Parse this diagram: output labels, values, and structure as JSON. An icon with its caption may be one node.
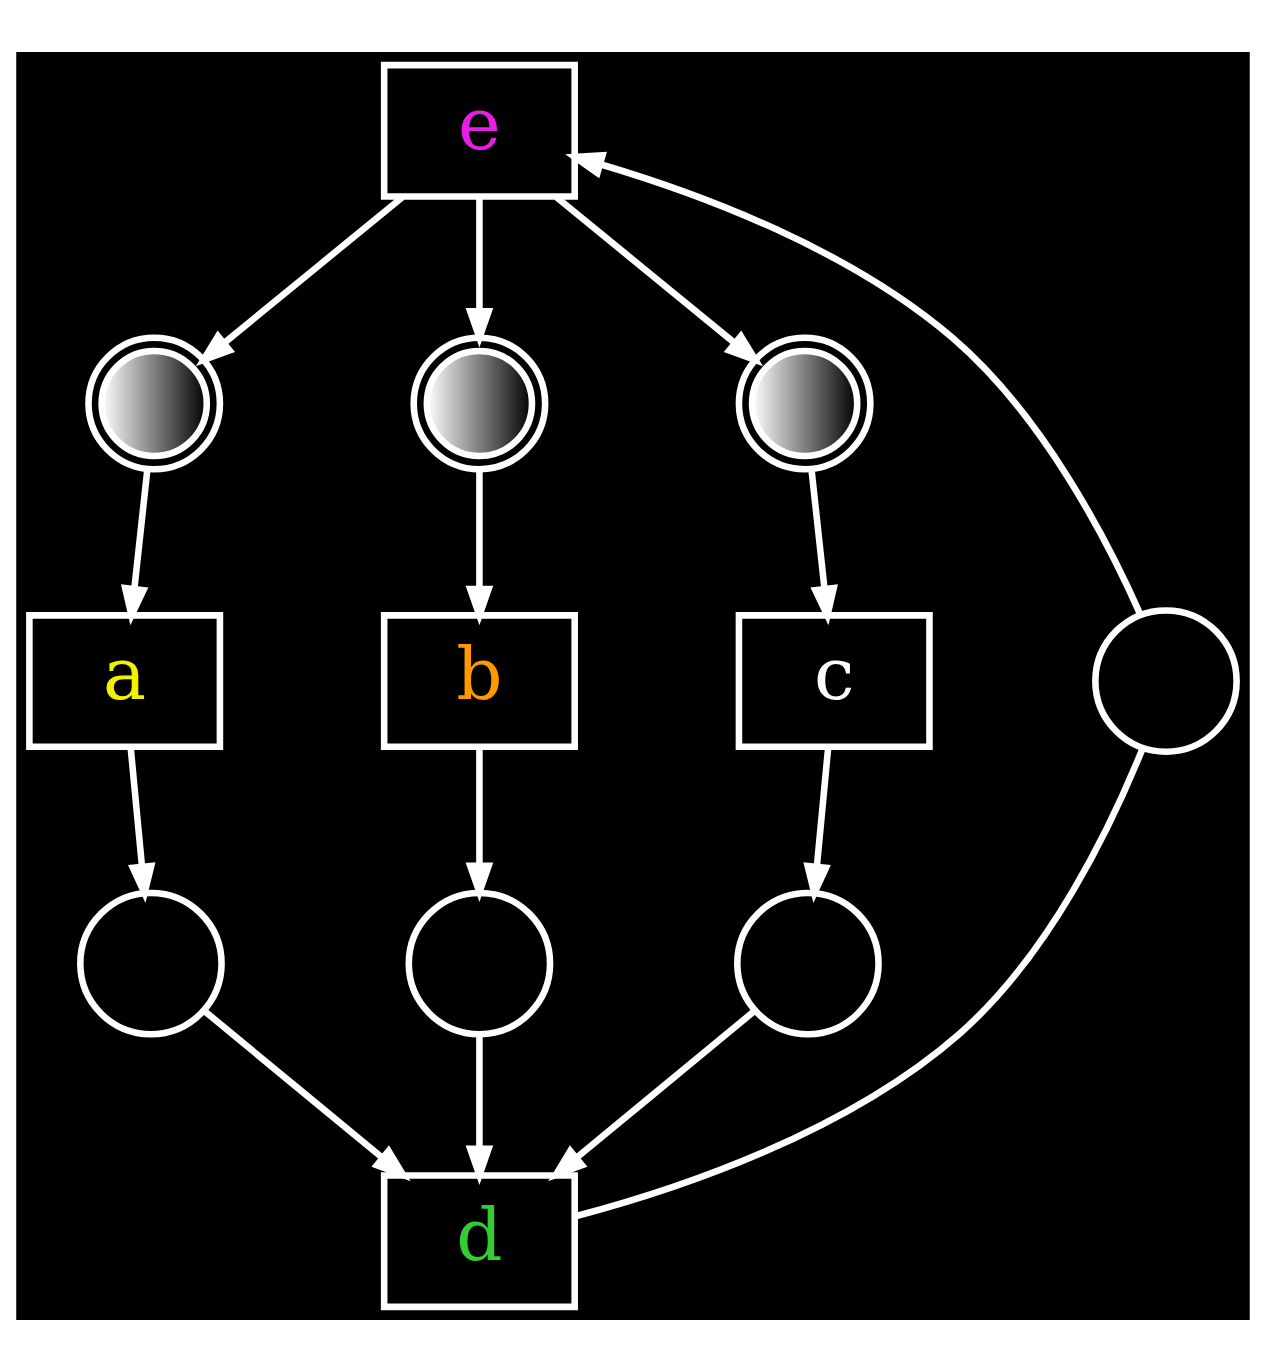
{
  "diagram": {
    "nodes": [
      {
        "text": [
          "e"
        ]
      },
      {
        "text": [],
        "shape": "token"
      },
      {
        "text": [],
        "shape": "token"
      },
      {
        "text": [],
        "shape": "token"
      },
      {
        "text": [
          "a"
        ]
      },
      {
        "text": [
          "b"
        ]
      },
      {
        "text": [
          "c"
        ]
      },
      {
        "text": [],
        "shape": "circle"
      },
      {
        "text": [],
        "shape": "circle"
      },
      {
        "text": [],
        "shape": "circle"
      },
      {
        "text": [
          "d"
        ]
      },
      {
        "text": [],
        "shape": "circle"
      }
    ],
    "edges": [
      {
        "from": 0,
        "to": 1,
        "arrow": "to"
      },
      {
        "from": 0,
        "to": 2,
        "arrow": "to"
      },
      {
        "from": 0,
        "to": 3,
        "arrow": "to"
      },
      {
        "from": 1,
        "to": 4,
        "arrow": "to"
      },
      {
        "from": 2,
        "to": 5,
        "arrow": "to"
      },
      {
        "from": 3,
        "to": 6,
        "arrow": "to"
      },
      {
        "from": 4,
        "to": 7,
        "arrow": "to"
      },
      {
        "from": 5,
        "to": 8,
        "arrow": "to"
      },
      {
        "from": 6,
        "to": 9,
        "arrow": "to"
      },
      {
        "from": 7,
        "to": 10,
        "arrow": "to"
      },
      {
        "from": 8,
        "to": 10,
        "arrow": "to"
      },
      {
        "from": 9,
        "to": 10,
        "arrow": "to"
      },
      {
        "from": 10,
        "to": 11,
        "arrow": "none"
      },
      {
        "from": 11,
        "to": 0,
        "arrow": "to"
      }
    ]
  }
}
